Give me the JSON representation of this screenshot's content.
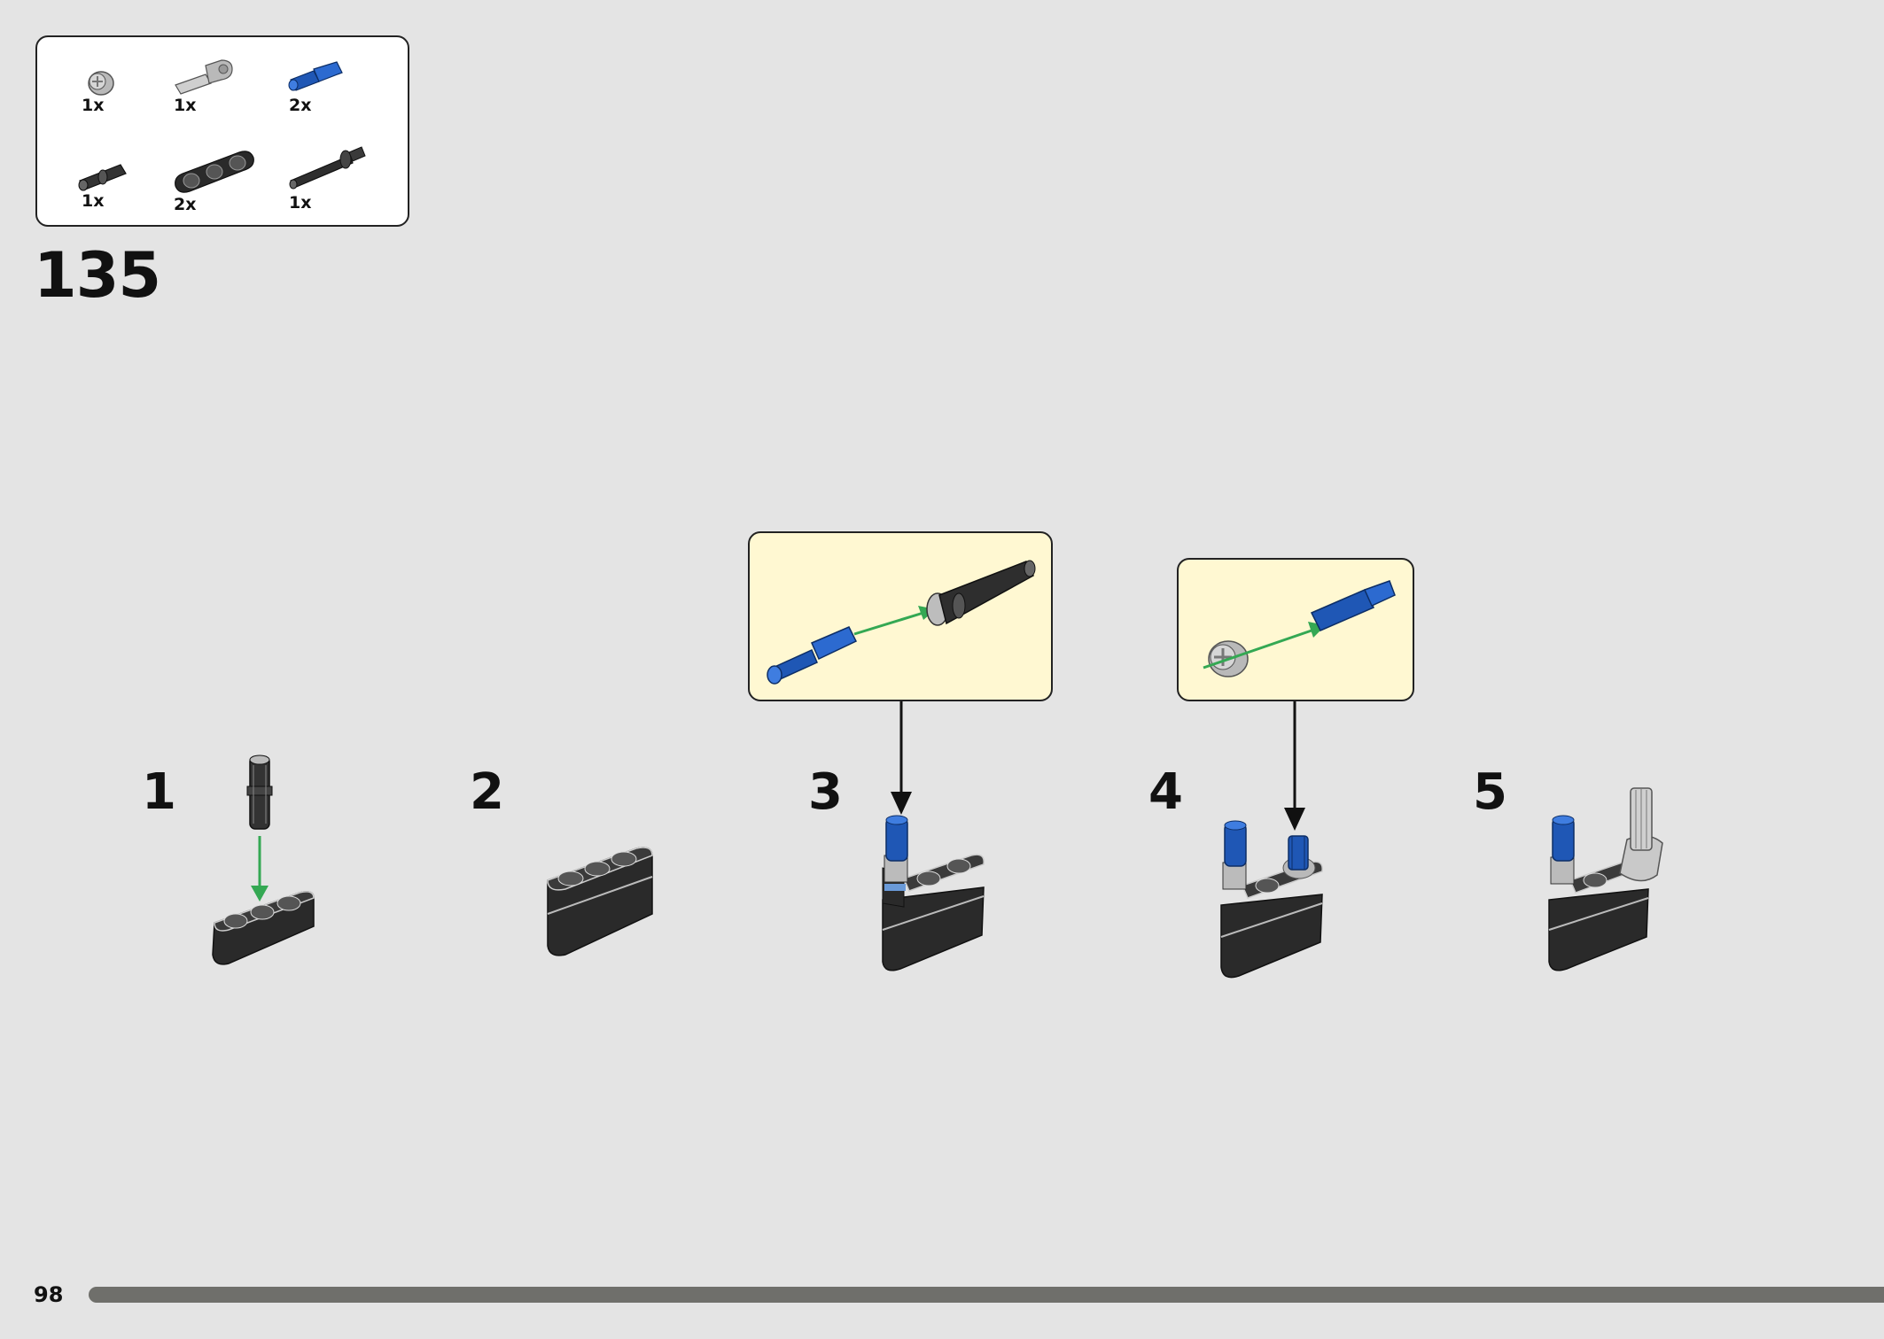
{
  "step": {
    "number": "135"
  },
  "parts": [
    {
      "qty": "1x",
      "icon": "bush-icon"
    },
    {
      "qty": "1x",
      "icon": "axle-connector-icon"
    },
    {
      "qty": "2x",
      "icon": "blue-axle-pin-icon"
    },
    {
      "qty": "1x",
      "icon": "short-pin-icon"
    },
    {
      "qty": "2x",
      "icon": "beam-3-icon"
    },
    {
      "qty": "1x",
      "icon": "long-axle-pin-icon"
    }
  ],
  "substeps": [
    {
      "number": "1"
    },
    {
      "number": "2"
    },
    {
      "number": "3"
    },
    {
      "number": "4"
    },
    {
      "number": "5"
    }
  ],
  "footer": {
    "page_number": "98"
  },
  "colors": {
    "background": "#e4e4e4",
    "callout": "#fff8d2",
    "arrow": "#34a853",
    "lego_blue": "#1f57b5",
    "lego_black": "#2a2a2a",
    "lego_gray": "#b9b9b9"
  }
}
